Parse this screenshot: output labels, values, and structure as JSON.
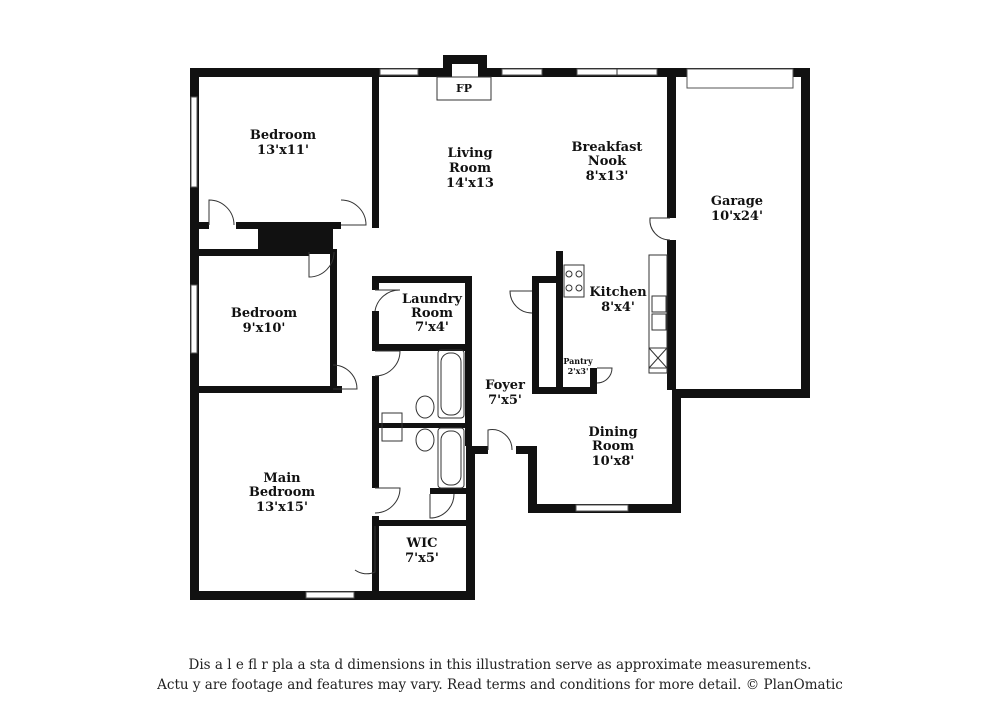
{
  "rooms": {
    "bedroom1": {
      "name": "Bedroom",
      "size": "13'x11'"
    },
    "living": {
      "name1": "Living",
      "name2": "Room",
      "size": "14'x13"
    },
    "nook": {
      "name1": "Breakfast",
      "name2": "Nook",
      "size": "8'x13'"
    },
    "garage": {
      "name": "Garage",
      "size": "10'x24'"
    },
    "bedroom2": {
      "name": "Bedroom",
      "size": "9'x10'"
    },
    "laundry": {
      "name1": "Laundry",
      "name2": "Room",
      "size": "7'x4'"
    },
    "kitchen": {
      "name": "Kitchen",
      "size": "8'x4'"
    },
    "pantry": {
      "name": "Pantry",
      "size": "2'x3'"
    },
    "foyer": {
      "name": "Foyer",
      "size": "7'x5'"
    },
    "dining": {
      "name1": "Dining",
      "name2": "Room",
      "size": "10'x8'"
    },
    "main_bedroom": {
      "name1": "Main",
      "name2": "Bedroom",
      "size": "13'x15'"
    },
    "wic": {
      "name": "WIC",
      "size": "7'x5'"
    },
    "fireplace": {
      "name": "FP"
    }
  },
  "disclaimer": {
    "line1": "Dis    a     l  e fl    r pla  a   sta  d dimensions in this illustration serve as approximate measurements.",
    "line2": "Actu    y   are footage and features may vary. Read terms and conditions for more detail. © PlanOmatic"
  }
}
